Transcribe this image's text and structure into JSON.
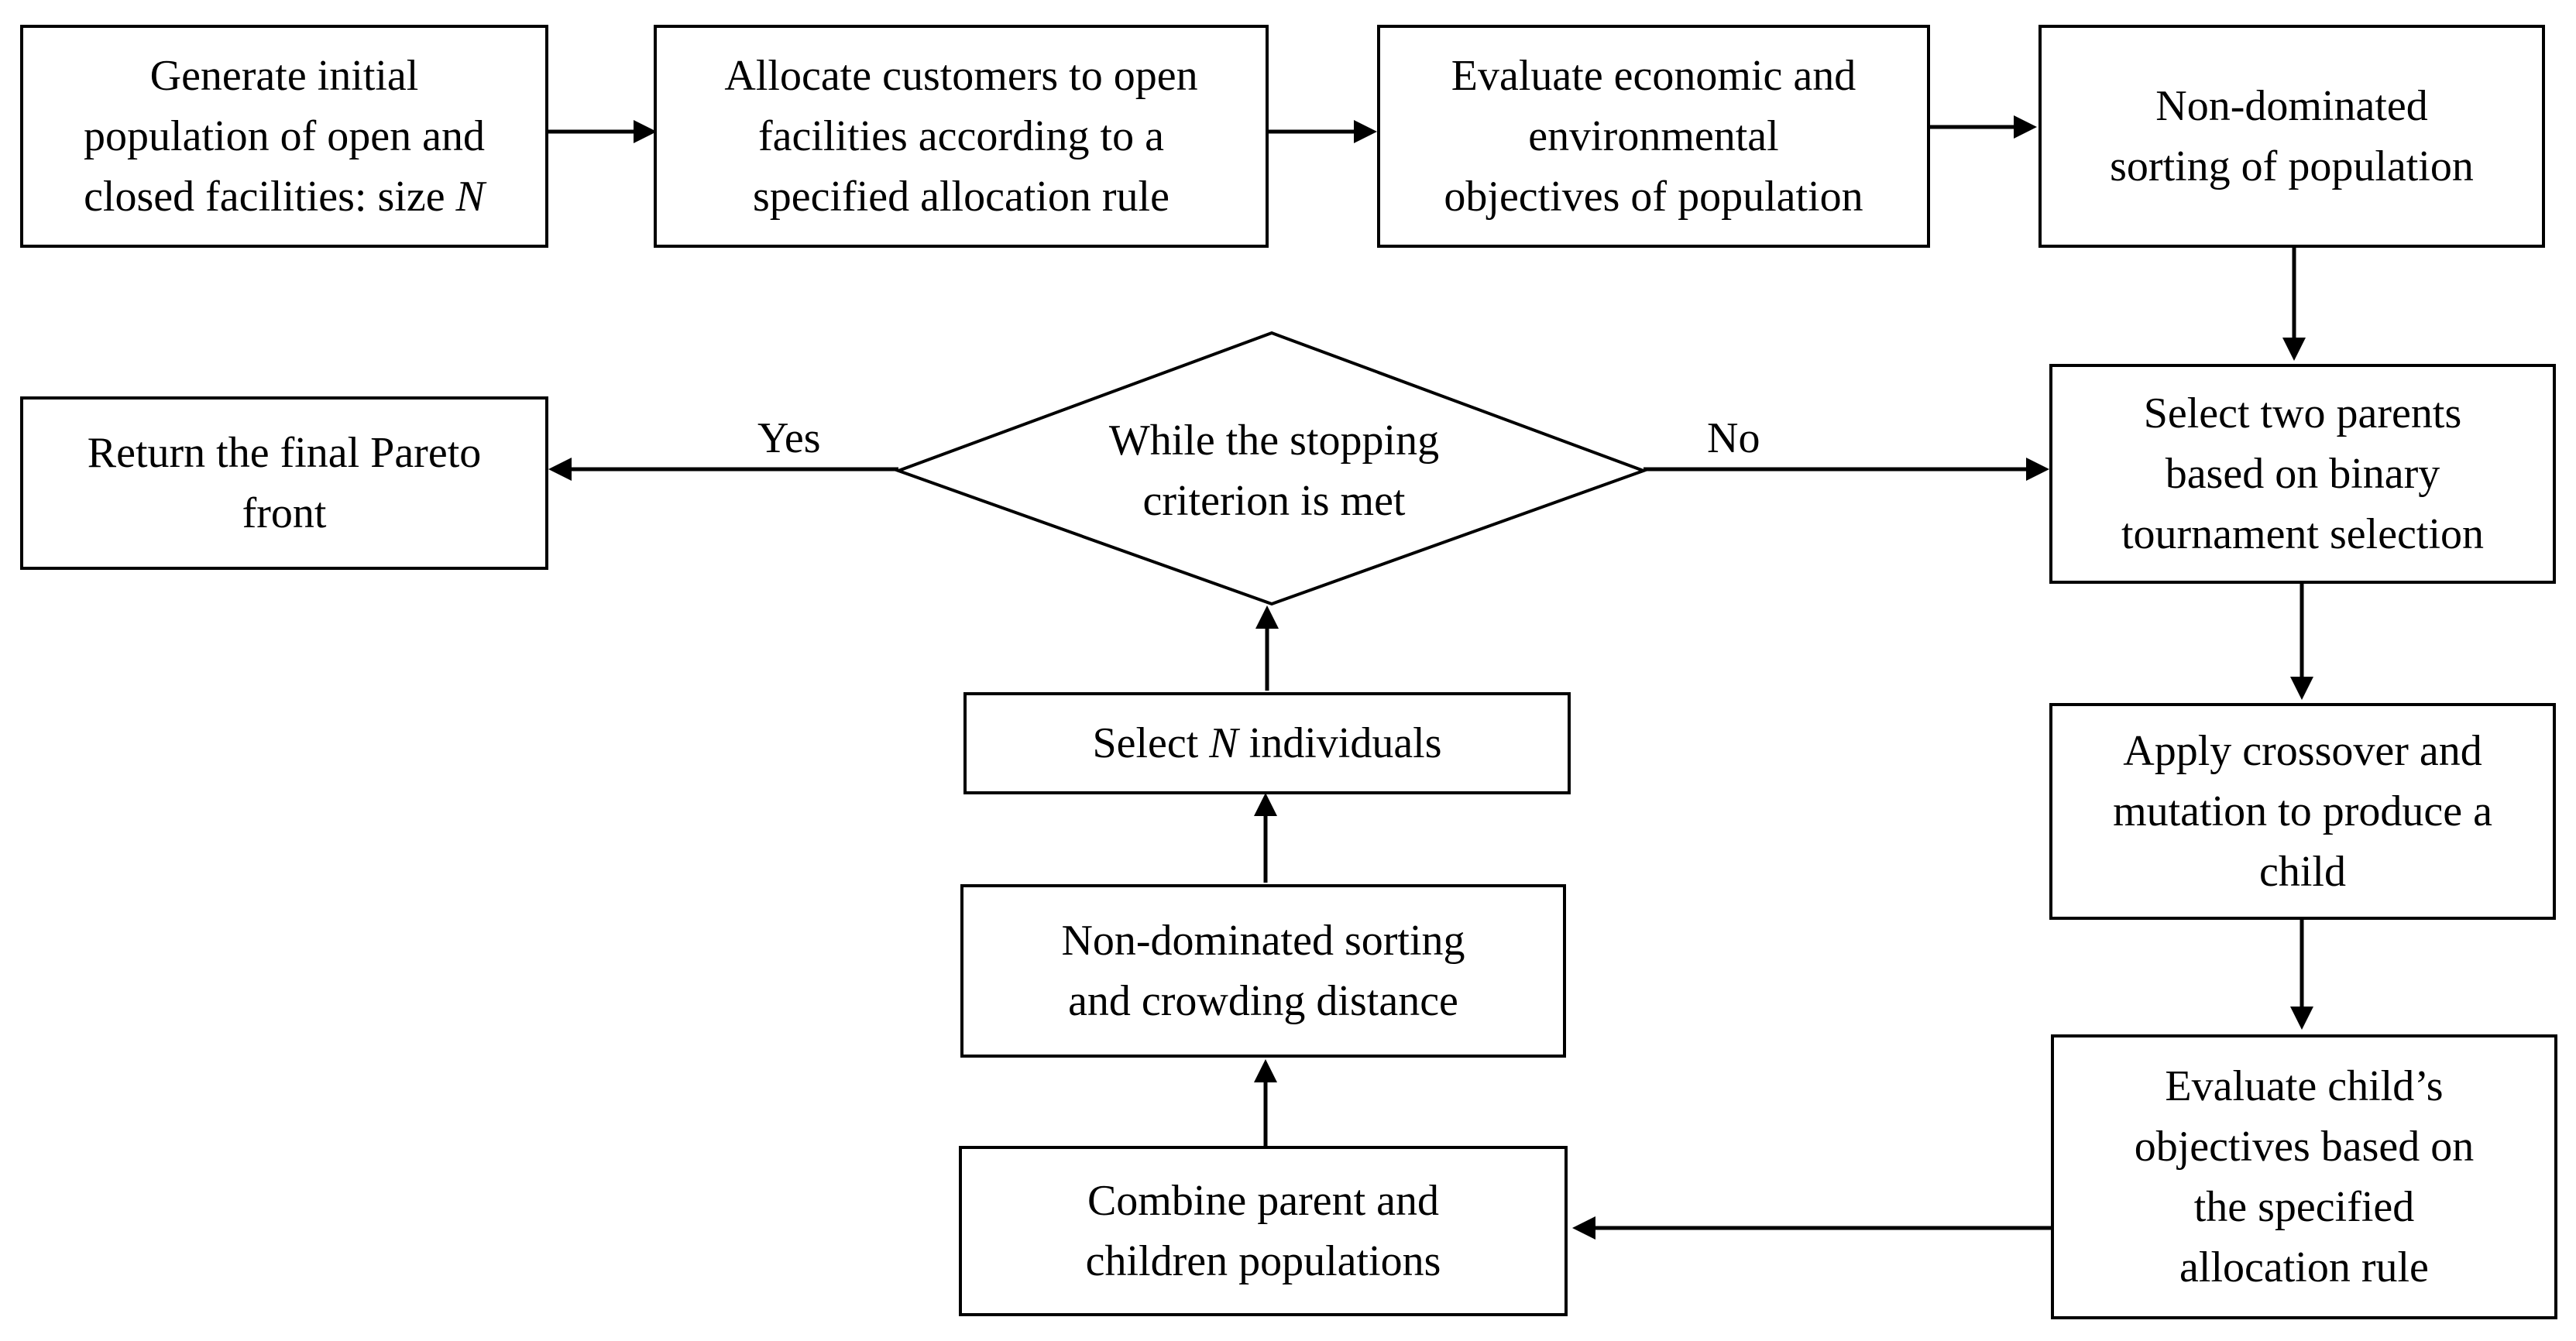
{
  "nodes": {
    "generate": {
      "lines": [
        "Generate initial",
        "population of open and",
        "closed facilities: size "
      ],
      "italic_suffix": "N"
    },
    "allocate": {
      "lines": [
        "Allocate customers to open",
        "facilities according to a",
        "specified allocation rule"
      ]
    },
    "evaluate_pop": {
      "lines": [
        "Evaluate economic and",
        "environmental",
        "objectives of population"
      ]
    },
    "nondom_pop": {
      "lines": [
        "Non-dominated",
        "sorting of population"
      ]
    },
    "select_parents": {
      "lines": [
        "Select two parents",
        "based on binary",
        "tournament selection"
      ]
    },
    "crossover": {
      "lines": [
        "Apply crossover and",
        "mutation to produce a",
        "child"
      ]
    },
    "evaluate_child": {
      "lines": [
        "Evaluate child’s",
        "objectives based on",
        "the specified",
        "allocation rule"
      ]
    },
    "combine": {
      "lines": [
        "Combine parent and",
        "children populations"
      ]
    },
    "nondom_crowd": {
      "lines": [
        "Non-dominated sorting",
        "and crowding distance"
      ]
    },
    "select_n": {
      "prefix": "Select ",
      "italic": "N",
      "suffix": " individuals"
    },
    "stopping": {
      "lines": [
        "While the stopping",
        "criterion is met"
      ]
    },
    "return_front": {
      "lines": [
        "Return the final Pareto",
        "front"
      ]
    }
  },
  "edge_labels": {
    "yes": "Yes",
    "no": "No"
  }
}
